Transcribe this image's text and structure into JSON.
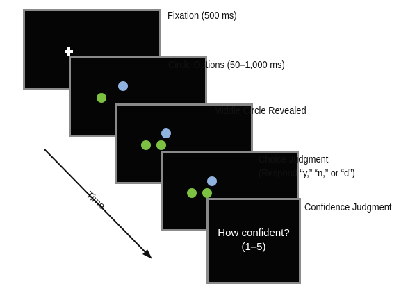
{
  "steps": [
    {
      "label": "Fixation (500 ms)"
    },
    {
      "label": "Circle Options (50–1,000 ms)"
    },
    {
      "label": "Middle Circle Revealed"
    },
    {
      "label": "Choice Judgment",
      "label_line2": "(Respond “y,” “n,” or “d”)"
    },
    {
      "label": "Confidence Judgment",
      "prompt_line1": "How confident?",
      "prompt_line2": "(1–5)"
    }
  ],
  "time_label": "Time",
  "colors": {
    "green_circle": "#7cc142",
    "blue_circle": "#8fb2df",
    "screen_fill": "#050505",
    "screen_border": "#8a8a8a",
    "fixation_cross": "#ffffff"
  },
  "icons": [
    "fixation-cross-icon",
    "time-arrow-icon"
  ]
}
